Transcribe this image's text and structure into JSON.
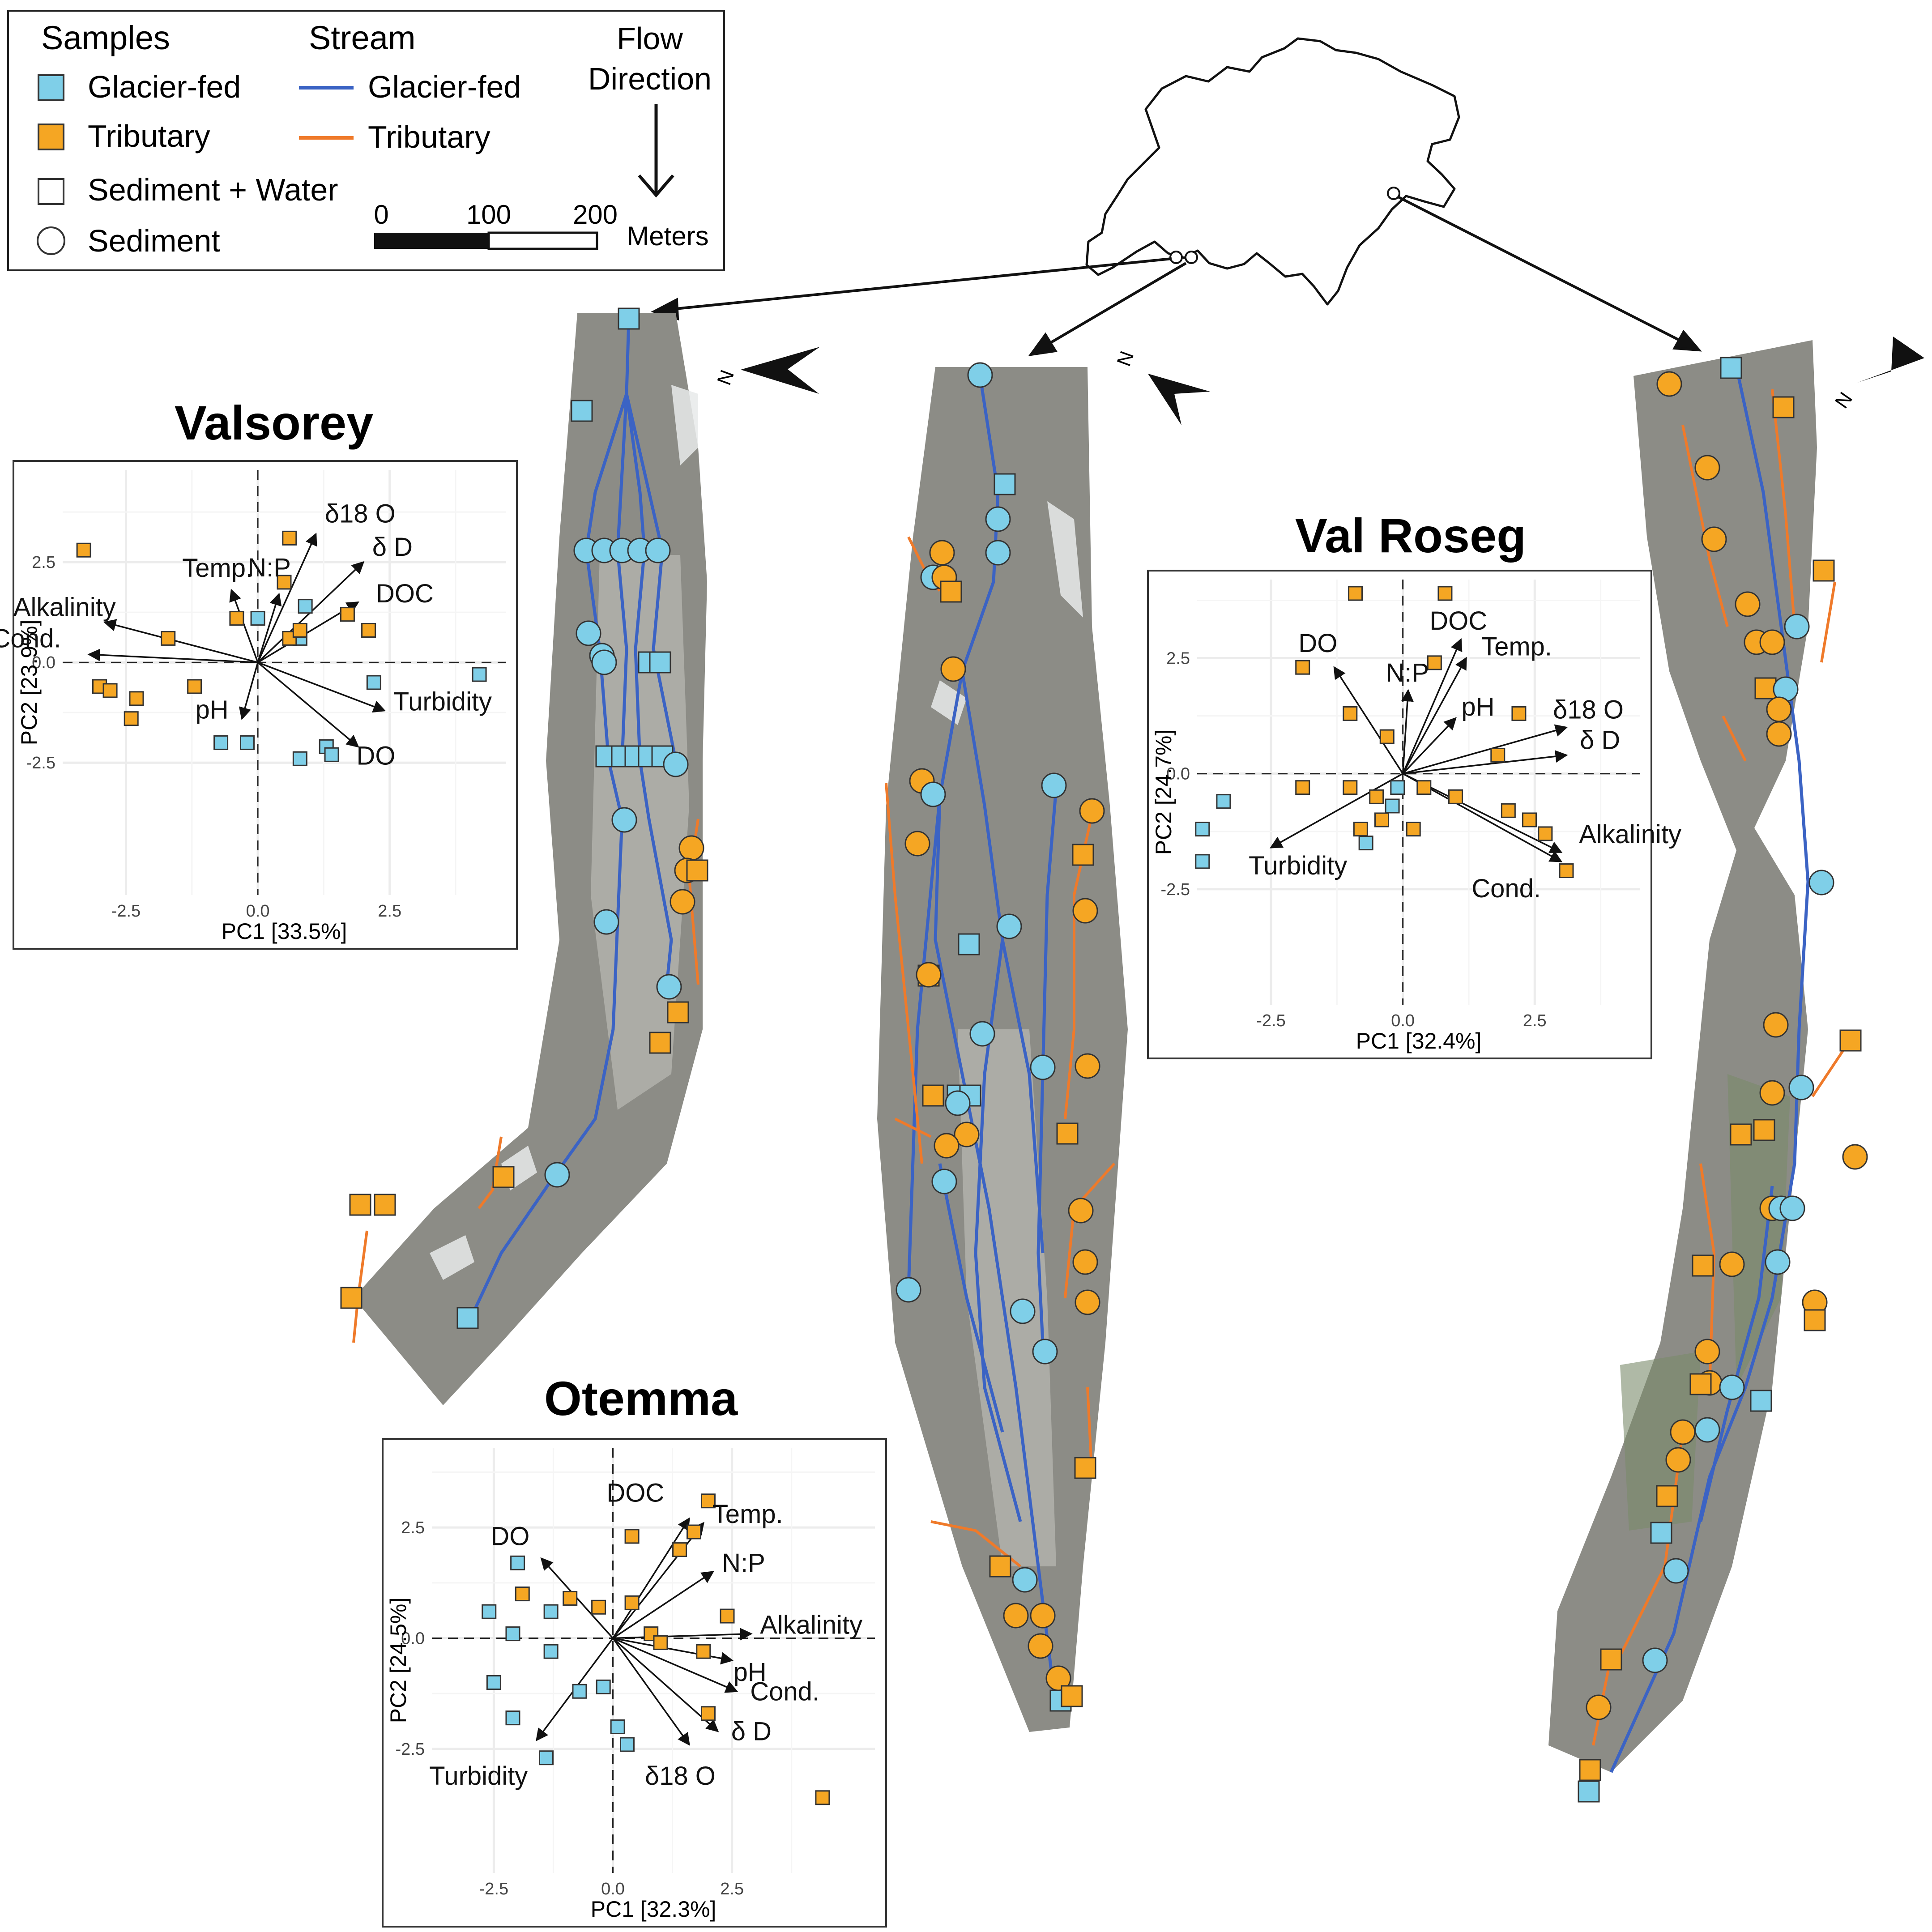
{
  "colors": {
    "glacier": "#7fcfe8",
    "tributary": "#f5a623",
    "glacier_stream": "#3b63c4",
    "tributary_stream": "#ef7a2a",
    "terrain": "#8c8c86",
    "terrain_light": "#b9b9b3",
    "snow": "#e8eaea"
  },
  "legend": {
    "samples_title": "Samples",
    "glacier_fed": "Glacier-fed",
    "tributary": "Tributary",
    "sediment_water": "Sediment + Water",
    "sediment": "Sediment",
    "stream_title": "Stream",
    "stream_glacier": "Glacier-fed",
    "stream_tributary": "Tributary",
    "flow_line1": "Flow",
    "flow_line2": "Direction",
    "scale_0": "0",
    "scale_100": "100",
    "scale_200": "200",
    "scale_unit": "Meters"
  },
  "north_label": "N",
  "icons": {
    "north_arrow": "north-arrow-icon",
    "flow_arrow": "down-arrow-icon",
    "switzerland": "switzerland-outline-icon"
  },
  "sites": {
    "valsorey": "Valsorey",
    "otemma": "Otemma",
    "val_roseg": "Val Roseg"
  },
  "chart_data": [
    {
      "type": "scatter",
      "title": "Valsorey",
      "xlabel": "PC1 [33.5%]",
      "ylabel": "PC2 [23.9%]",
      "xlim": [
        -3.7,
        4.7
      ],
      "ylim": [
        -5.8,
        4.8
      ],
      "xticks": [
        "-2.5",
        "0.0",
        "2.5"
      ],
      "yticks": [
        "2.5",
        "0.0",
        "-2.5"
      ],
      "grid": true,
      "series": [
        {
          "name": "Glacier-fed",
          "points": [
            [
              0.0,
              1.1
            ],
            [
              0.9,
              1.4
            ],
            [
              0.8,
              0.6
            ],
            [
              2.2,
              -0.5
            ],
            [
              4.2,
              -0.3
            ],
            [
              -0.7,
              -2.0
            ],
            [
              -0.2,
              -2.0
            ],
            [
              0.8,
              -2.4
            ],
            [
              1.3,
              -2.1
            ],
            [
              1.4,
              -2.3
            ]
          ]
        },
        {
          "name": "Tributary",
          "points": [
            [
              -3.3,
              2.8
            ],
            [
              0.6,
              3.1
            ],
            [
              0.5,
              2.0
            ],
            [
              1.7,
              1.2
            ],
            [
              2.1,
              0.8
            ],
            [
              -1.7,
              0.6
            ],
            [
              -0.4,
              1.1
            ],
            [
              0.6,
              0.6
            ],
            [
              0.8,
              0.8
            ],
            [
              -3.0,
              -0.6
            ],
            [
              -2.8,
              -0.7
            ],
            [
              -2.3,
              -0.9
            ],
            [
              -1.2,
              -0.6
            ],
            [
              -2.4,
              -1.4
            ]
          ]
        }
      ],
      "loadings": [
        {
          "label": "δ18 O",
          "x": 1.1,
          "y": 3.2
        },
        {
          "label": "δ D",
          "x": 2.0,
          "y": 2.5
        },
        {
          "label": "Temp.",
          "x": -0.5,
          "y": 1.8
        },
        {
          "label": "N:P",
          "x": 0.4,
          "y": 1.7
        },
        {
          "label": "DOC",
          "x": 1.9,
          "y": 1.5
        },
        {
          "label": "Alkalinity",
          "x": -2.9,
          "y": 1.0
        },
        {
          "label": "Cond.",
          "x": -3.2,
          "y": 0.2
        },
        {
          "label": "pH",
          "x": -0.3,
          "y": -1.4
        },
        {
          "label": "Turbidity",
          "x": 2.4,
          "y": -1.2
        },
        {
          "label": "DO",
          "x": 1.9,
          "y": -2.1
        }
      ]
    },
    {
      "type": "scatter",
      "title": "Otemma",
      "xlabel": "PC1 [32.3%]",
      "ylabel": "PC2 [24.5%]",
      "xlim": [
        -3.8,
        5.5
      ],
      "ylim": [
        -5.3,
        4.3
      ],
      "xticks": [
        "-2.5",
        "0.0",
        "2.5"
      ],
      "yticks": [
        "2.5",
        "0.0",
        "-2.5"
      ],
      "grid": true,
      "series": [
        {
          "name": "Glacier-fed",
          "points": [
            [
              -2.0,
              1.7
            ],
            [
              -2.6,
              0.6
            ],
            [
              -2.1,
              0.1
            ],
            [
              -1.3,
              0.6
            ],
            [
              -1.3,
              -0.3
            ],
            [
              -2.5,
              -1.0
            ],
            [
              -2.1,
              -1.8
            ],
            [
              -0.7,
              -1.2
            ],
            [
              -0.2,
              -1.1
            ],
            [
              0.1,
              -2.0
            ],
            [
              0.3,
              -2.4
            ],
            [
              -1.4,
              -2.7
            ]
          ]
        },
        {
          "name": "Tributary",
          "points": [
            [
              2.0,
              3.1
            ],
            [
              1.7,
              2.4
            ],
            [
              0.4,
              2.3
            ],
            [
              1.4,
              2.0
            ],
            [
              -1.9,
              1.0
            ],
            [
              -0.9,
              0.9
            ],
            [
              -0.3,
              0.7
            ],
            [
              0.4,
              0.8
            ],
            [
              2.4,
              0.5
            ],
            [
              0.8,
              0.1
            ],
            [
              1.0,
              -0.1
            ],
            [
              1.9,
              -0.3
            ],
            [
              2.0,
              -1.7
            ],
            [
              4.4,
              -3.6
            ]
          ]
        }
      ],
      "loadings": [
        {
          "label": "DOC",
          "x": 1.6,
          "y": 2.7
        },
        {
          "label": "Temp.",
          "x": 1.9,
          "y": 2.6
        },
        {
          "label": "DO",
          "x": -1.5,
          "y": 1.8
        },
        {
          "label": "N:P",
          "x": 2.1,
          "y": 1.5
        },
        {
          "label": "Alkalinity",
          "x": 2.9,
          "y": 0.1
        },
        {
          "label": "pH",
          "x": 2.5,
          "y": -0.5
        },
        {
          "label": "Cond.",
          "x": 2.6,
          "y": -1.2
        },
        {
          "label": "δ D",
          "x": 2.2,
          "y": -2.1
        },
        {
          "label": "δ18 O",
          "x": 1.6,
          "y": -2.4
        },
        {
          "label": "Turbidity",
          "x": -1.6,
          "y": -2.3
        }
      ]
    },
    {
      "type": "scatter",
      "title": "Val Roseg",
      "xlabel": "PC1 [32.4%]",
      "ylabel": "PC2 [24.7%]",
      "xlim": [
        -3.9,
        4.5
      ],
      "ylim": [
        -5.0,
        4.2
      ],
      "xticks": [
        "-2.5",
        "0.0",
        "2.5"
      ],
      "yticks": [
        "2.5",
        "0.0",
        "-2.5"
      ],
      "grid": true,
      "series": [
        {
          "name": "Glacier-fed",
          "points": [
            [
              -3.4,
              -0.6
            ],
            [
              -3.8,
              -1.2
            ],
            [
              -3.8,
              -1.9
            ],
            [
              -0.1,
              -0.3
            ],
            [
              -0.2,
              -0.7
            ],
            [
              -0.7,
              -1.5
            ]
          ]
        },
        {
          "name": "Tributary",
          "points": [
            [
              -0.9,
              3.9
            ],
            [
              0.8,
              3.9
            ],
            [
              -1.9,
              2.3
            ],
            [
              0.6,
              2.4
            ],
            [
              -1.0,
              1.3
            ],
            [
              -0.3,
              0.8
            ],
            [
              2.2,
              1.3
            ],
            [
              1.8,
              0.4
            ],
            [
              -1.9,
              -0.3
            ],
            [
              -1.0,
              -0.3
            ],
            [
              -0.5,
              -0.5
            ],
            [
              0.4,
              -0.3
            ],
            [
              1.0,
              -0.5
            ],
            [
              2.0,
              -0.8
            ],
            [
              2.4,
              -1.0
            ],
            [
              2.7,
              -1.3
            ],
            [
              -0.8,
              -1.2
            ],
            [
              -0.4,
              -1.0
            ],
            [
              0.2,
              -1.2
            ],
            [
              3.1,
              -2.1
            ]
          ]
        }
      ],
      "loadings": [
        {
          "label": "DOC",
          "x": 1.1,
          "y": 2.9
        },
        {
          "label": "Temp.",
          "x": 1.2,
          "y": 2.5
        },
        {
          "label": "DO",
          "x": -1.3,
          "y": 2.3
        },
        {
          "label": "N:P",
          "x": 0.1,
          "y": 1.8
        },
        {
          "label": "pH",
          "x": 1.0,
          "y": 1.2
        },
        {
          "label": "δ18 O",
          "x": 3.1,
          "y": 1.0
        },
        {
          "label": "δ D",
          "x": 3.1,
          "y": 0.4
        },
        {
          "label": "Alkalinity",
          "x": 3.0,
          "y": -1.7
        },
        {
          "label": "Cond.",
          "x": 3.0,
          "y": -1.9
        },
        {
          "label": "Turbidity",
          "x": -2.5,
          "y": -1.6
        }
      ]
    }
  ]
}
